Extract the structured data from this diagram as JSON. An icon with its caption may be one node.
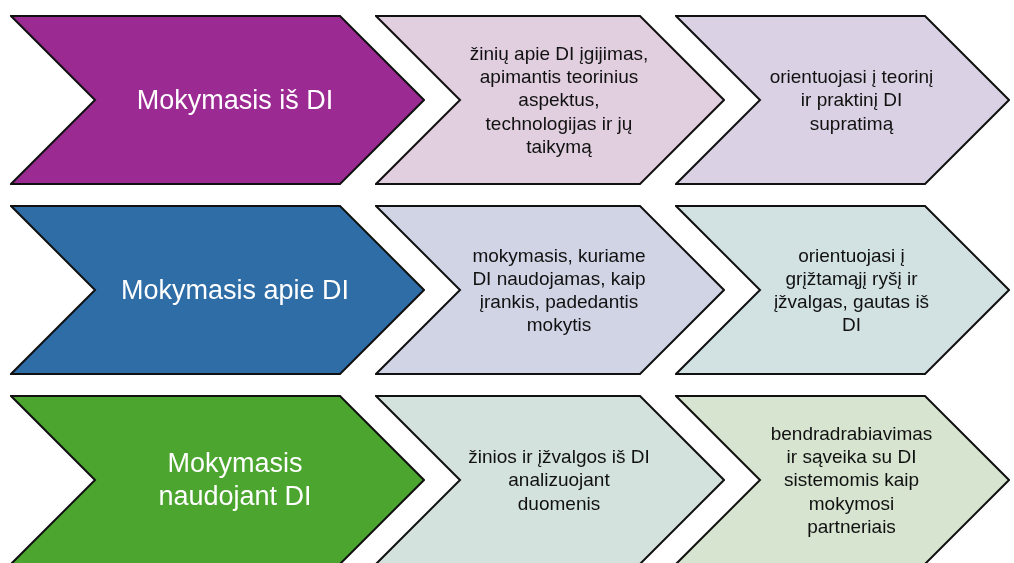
{
  "diagram": {
    "nodes": [
      {
        "text": [
          "Mokymasis iš DI"
        ]
      },
      {
        "text": [
          "žinių apie DI įgijimas, apimantis teorinius aspektus, technologijas ir jų taikymą"
        ]
      },
      {
        "text": [
          "orientuojasi į teorinį ir praktinį DI supratimą"
        ]
      },
      {
        "text": [
          "Mokymasis apie DI"
        ]
      },
      {
        "text": [
          "mokymasis, kuriame DI naudojamas, kaip įrankis, padedantis mokytis"
        ]
      },
      {
        "text": [
          "orientuojasi į grįžtamąjį ryšį ir įžvalgas, gautas iš DI"
        ]
      },
      {
        "text": [
          "Mokymasis naudojant DI"
        ]
      },
      {
        "text": [
          "žinios ir įžvalgos iš DI analizuojant duomenis"
        ]
      },
      {
        "text": [
          "bendradrabiavimas ir sąveika su DI sistemomis kaip mokymosi partneriais"
        ]
      }
    ]
  }
}
